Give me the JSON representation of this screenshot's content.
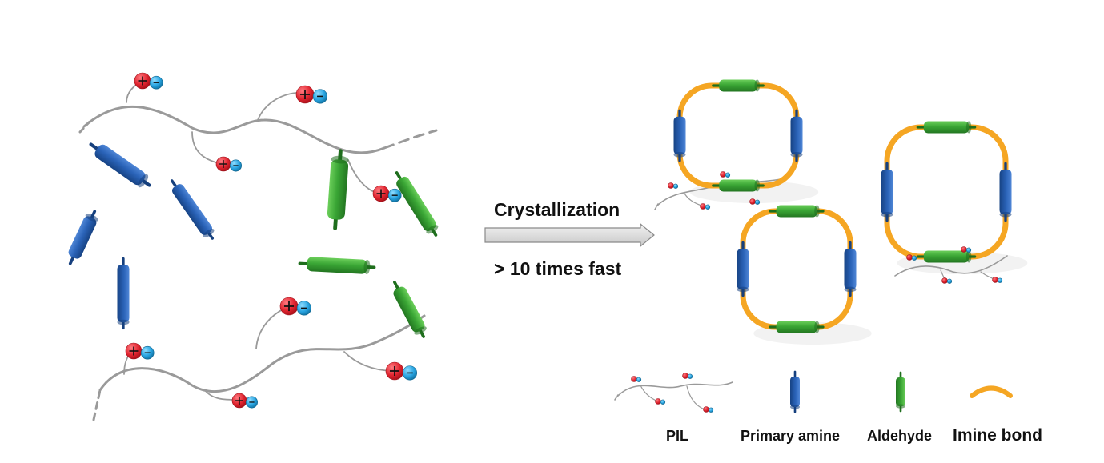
{
  "arrow": {
    "top_label": "Crystallization",
    "bottom_label": "> 10 times fast"
  },
  "legend": {
    "pil": "PIL",
    "amine": "Primary amine",
    "aldehyde": "Aldehyde",
    "imine": "Imine bond"
  },
  "ions": {
    "cation_symbol": "+",
    "anion_symbol": "−"
  },
  "colors": {
    "amine": "#2a63b8",
    "aldehyde": "#3aa635",
    "imine": "#f5a623",
    "cation": "#e0242f",
    "anion": "#27a3e0",
    "chain": "#9a9a9a",
    "arrow_fill": "#dcdcdc",
    "arrow_stroke": "#8a8a8a"
  }
}
